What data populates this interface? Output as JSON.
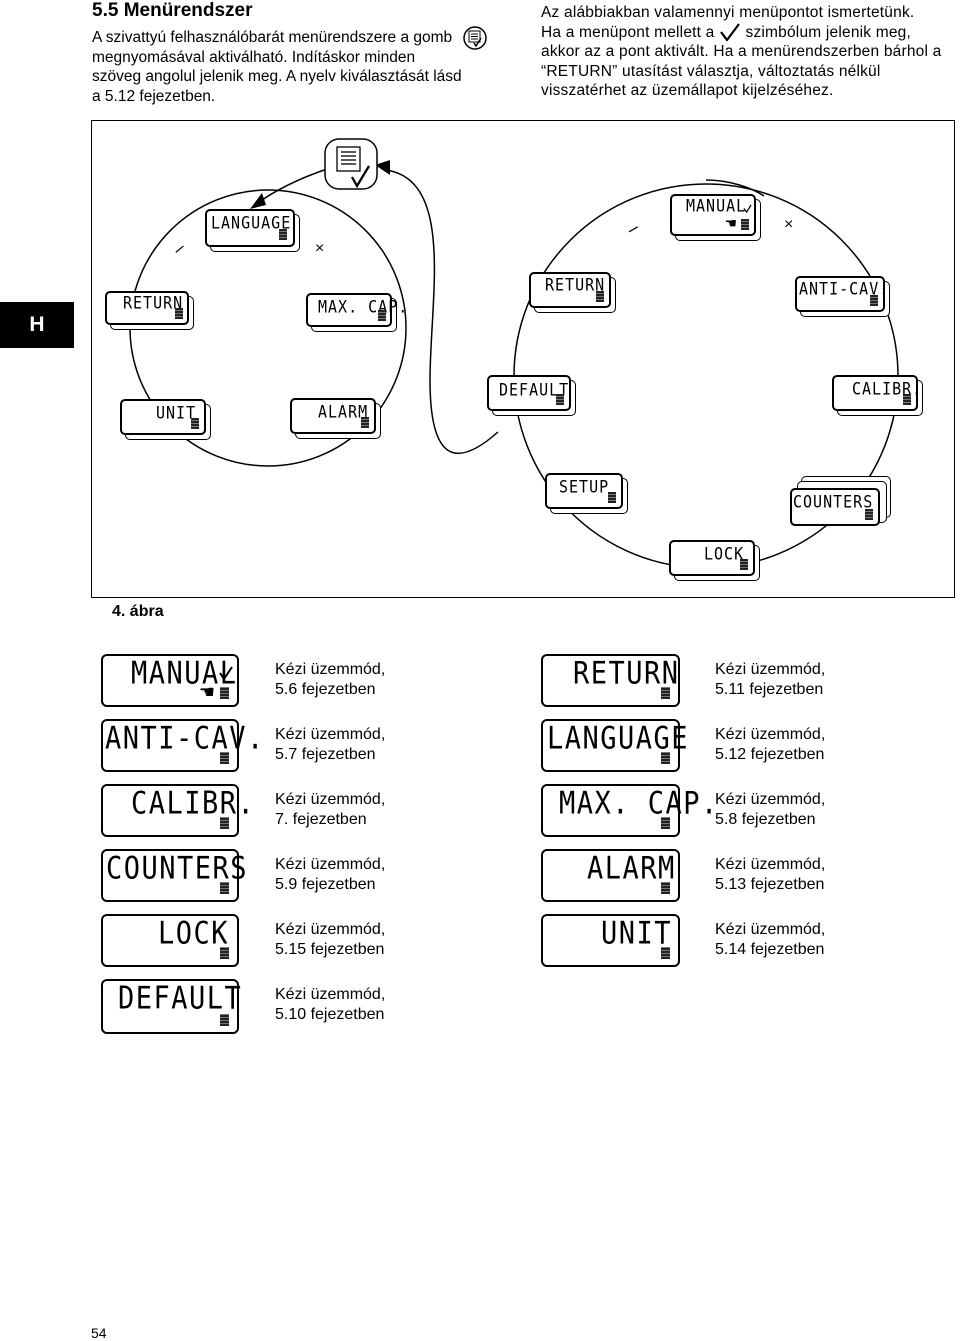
{
  "section": {
    "title": "5.5 Menürendszer"
  },
  "intro_left": "A szivattyú felhasználóbarát menürendszere a gomb megnyomásával aktiválható. Indításkor minden szöveg angolul jelenik meg. A nyelv kiválasztását lásd a 5.12 fejezetben.",
  "intro_right": {
    "line1": "Az alábbiakban valamennyi menüpontot ismertetünk.",
    "line2a": "Ha a menüpont mellett a",
    "line2b": "szimbólum jelenik meg,",
    "line3": "akkor az a pont aktivált. Ha a menürendszerben bárhol a “RETURN” utasítást választja, változtatás nélkül visszatérhet az üzemállapot kijelzéséhez."
  },
  "side_tab": "H",
  "figure": {
    "caption": "4. ábra",
    "left_ring": [
      "LANGUAGE",
      "MAX. CAP.",
      "ALARM",
      "UNIT",
      "RETURN"
    ],
    "right_ring": [
      "MANUAL",
      "ANTI-CAV.",
      "CALIBR.",
      "COUNTERS",
      "LOCK",
      "SETUP",
      "DEFAULT",
      "RETURN"
    ],
    "minus_sign": "–",
    "plus_sign": "+",
    "x_sign": "×"
  },
  "legend": [
    {
      "display": "MANUAL",
      "line1": "Kézi üzemmód,",
      "line2": "5.6 fejezetben"
    },
    {
      "display": "ANTI-CAV.",
      "line1": "Kézi üzemmód,",
      "line2": "5.7 fejezetben"
    },
    {
      "display": "CALIBR.",
      "line1": "Kézi üzemmód,",
      "line2": "7. fejezetben"
    },
    {
      "display": "COUNTERS",
      "line1": "Kézi üzemmód,",
      "line2": "5.9 fejezetben"
    },
    {
      "display": "LOCK",
      "line1": "Kézi üzemmód,",
      "line2": "5.15 fejezetben"
    },
    {
      "display": "DEFAULT",
      "line1": "Kézi üzemmód,",
      "line2": "5.10 fejezetben"
    },
    {
      "display": "RETURN",
      "line1": "Kézi üzemmód,",
      "line2": "5.11 fejezetben"
    },
    {
      "display": "LANGUAGE",
      "line1": "Kézi üzemmód,",
      "line2": "5.12 fejezetben"
    },
    {
      "display": "MAX. CAP.",
      "line1": "Kézi üzemmód,",
      "line2": "5.8 fejezetben"
    },
    {
      "display": "ALARM",
      "line1": "Kézi üzemmód,",
      "line2": "5.13 fejezetben"
    },
    {
      "display": "UNIT",
      "line1": "Kézi üzemmód,",
      "line2": "5.14 fejezetben"
    }
  ],
  "page_number": "54",
  "icons": {
    "menu": "menu-button-icon",
    "check": "checkmark-icon",
    "hand": "hand-icon",
    "lcd_block": "display-block-icon"
  }
}
